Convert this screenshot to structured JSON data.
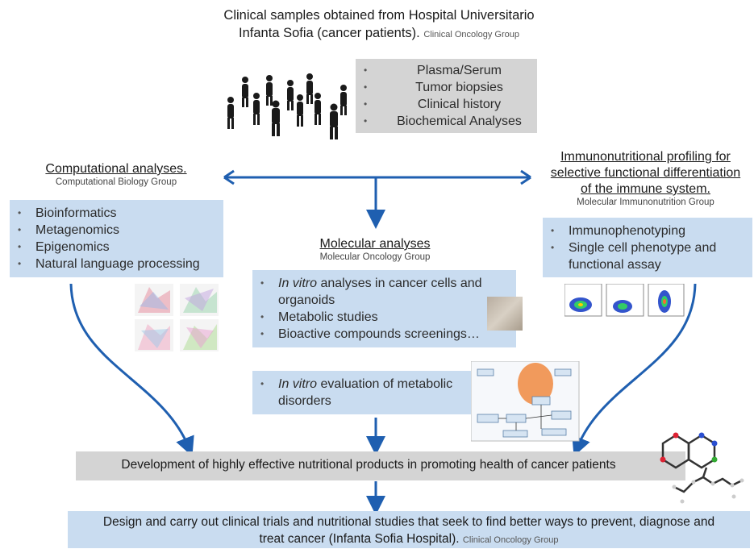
{
  "top": {
    "title_line1": "Clinical samples obtained from Hospital Universitario",
    "title_line2": "Infanta Sofia (cancer patients).",
    "group": "Clinical Oncology Group",
    "samples": [
      "Plasma/Serum",
      "Tumor biopsies",
      "Clinical history",
      "Biochemical Analyses"
    ]
  },
  "computational": {
    "heading": "Computational analyses.",
    "group": "Computational Biology Group",
    "items": [
      "Bioinformatics",
      "Metagenomics",
      "Epigenomics",
      "Natural language processing"
    ]
  },
  "immuno": {
    "heading_line1": "Immunonutritional profiling for",
    "heading_line2": "selective functional differentiation",
    "heading_line3": "of the immune system.",
    "group": "Molecular Immunonutrition Group",
    "items": [
      "Immunophenotyping",
      "Single cell phenotype and functional assay"
    ]
  },
  "molecular": {
    "heading": "Molecular analyses",
    "group": "Molecular Oncology Group",
    "item1_italic": "In vitro",
    "item1_rest": " analyses in cancer cells and organoids",
    "item2": "Metabolic studies",
    "item3": "Bioactive compounds screenings…"
  },
  "metabolic": {
    "item_italic": "In vitro",
    "item_rest": " evaluation of metabolic disorders"
  },
  "development": {
    "text": "Development of highly effective nutritional products in promoting health of cancer patients"
  },
  "trials": {
    "line1": "Design and carry out clinical trials and nutritional studies that seek to find better ways to prevent, diagnose and",
    "line2": "treat cancer (Infanta Sofia Hospital).",
    "group": "Clinical Oncology Group"
  },
  "colors": {
    "arrow": "#1f5fb0",
    "blue_box": "#c9dcf0",
    "grey_box": "#d4d4d4"
  }
}
